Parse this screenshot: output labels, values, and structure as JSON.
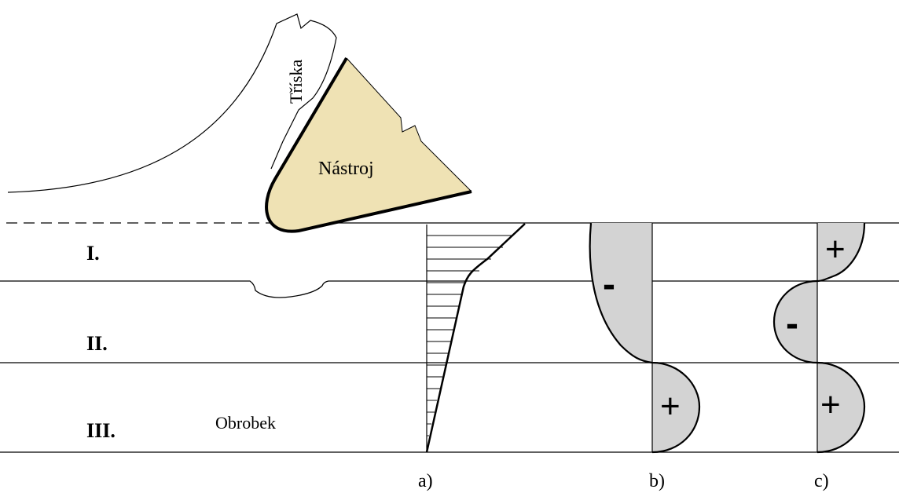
{
  "labels": {
    "chip": "Tříska",
    "tool": "Nástroj",
    "workpiece": "Obrobek",
    "zone1": "I.",
    "zone2": "II.",
    "zone3": "III.",
    "panel_a": "a)",
    "panel_b": "b)",
    "panel_c": "c)",
    "sign_minus": "-",
    "sign_plus": "+"
  },
  "colors": {
    "tool_fill": "#EFE2B4",
    "stress_fill": "#D3D3D3",
    "line": "#000000"
  }
}
